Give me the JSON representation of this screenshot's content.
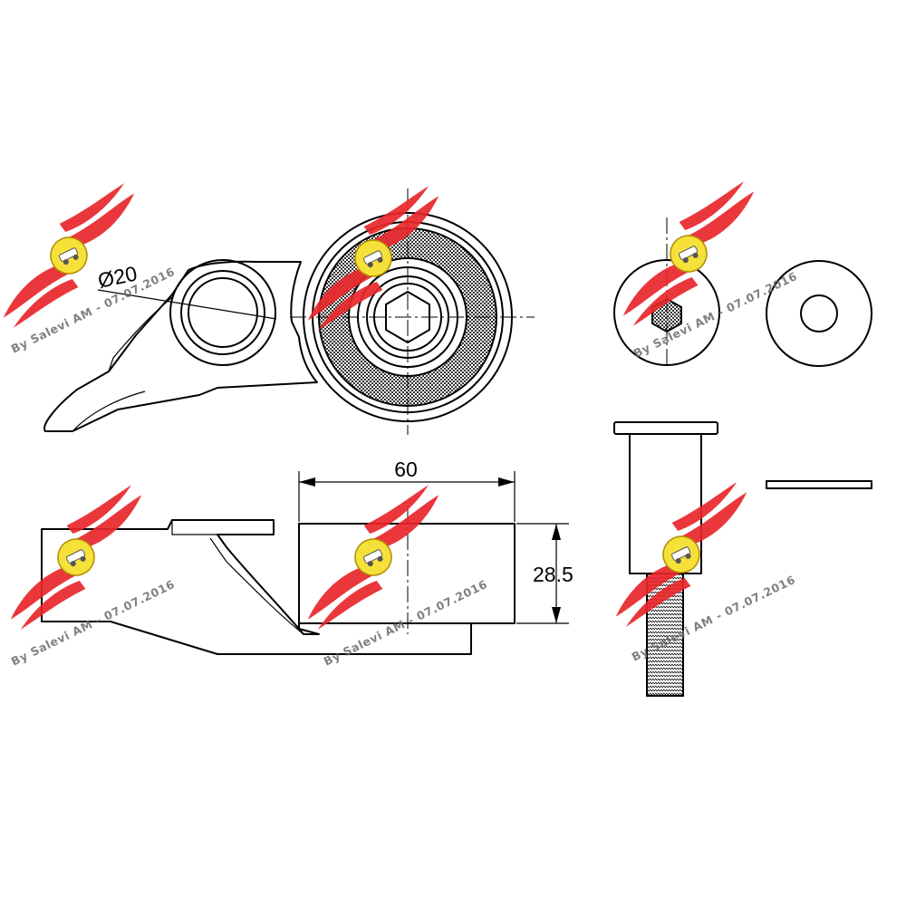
{
  "dimensions": {
    "bore_diameter": "Ø20",
    "width": "60",
    "height": "28.5"
  },
  "watermark": {
    "text": "By Salevi AM - 07.07.2016",
    "colors": {
      "wing": "#e8262a",
      "badge": "#f5e13a",
      "text": "#6b6b6b"
    }
  },
  "colors": {
    "line": "#000000",
    "background": "#ffffff",
    "hatch": "#7a7a7a"
  },
  "icons": [
    "hex-socket-icon",
    "watermark-logo-icon"
  ]
}
